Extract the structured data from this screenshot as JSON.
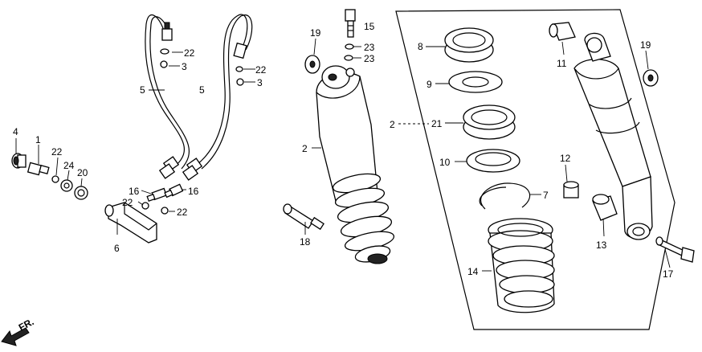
{
  "labels": {
    "l1": "1",
    "l2a": "2",
    "l2b": "2",
    "l3a": "3",
    "l3b": "3",
    "l4": "4",
    "l5a": "5",
    "l5b": "5",
    "l6": "6",
    "l7": "7",
    "l8": "8",
    "l9": "9",
    "l10": "10",
    "l11": "11",
    "l12": "12",
    "l13": "13",
    "l14": "14",
    "l15": "15",
    "l16a": "16",
    "l16b": "16",
    "l17": "17",
    "l18": "18",
    "l19a": "19",
    "l19b": "19",
    "l20": "20",
    "l21": "21",
    "l22a": "22",
    "l22b": "22",
    "l22c": "22",
    "l22d": "22",
    "l22e": "22",
    "l23a": "23",
    "l23b": "23",
    "l24": "24"
  },
  "fr_label": "FR."
}
